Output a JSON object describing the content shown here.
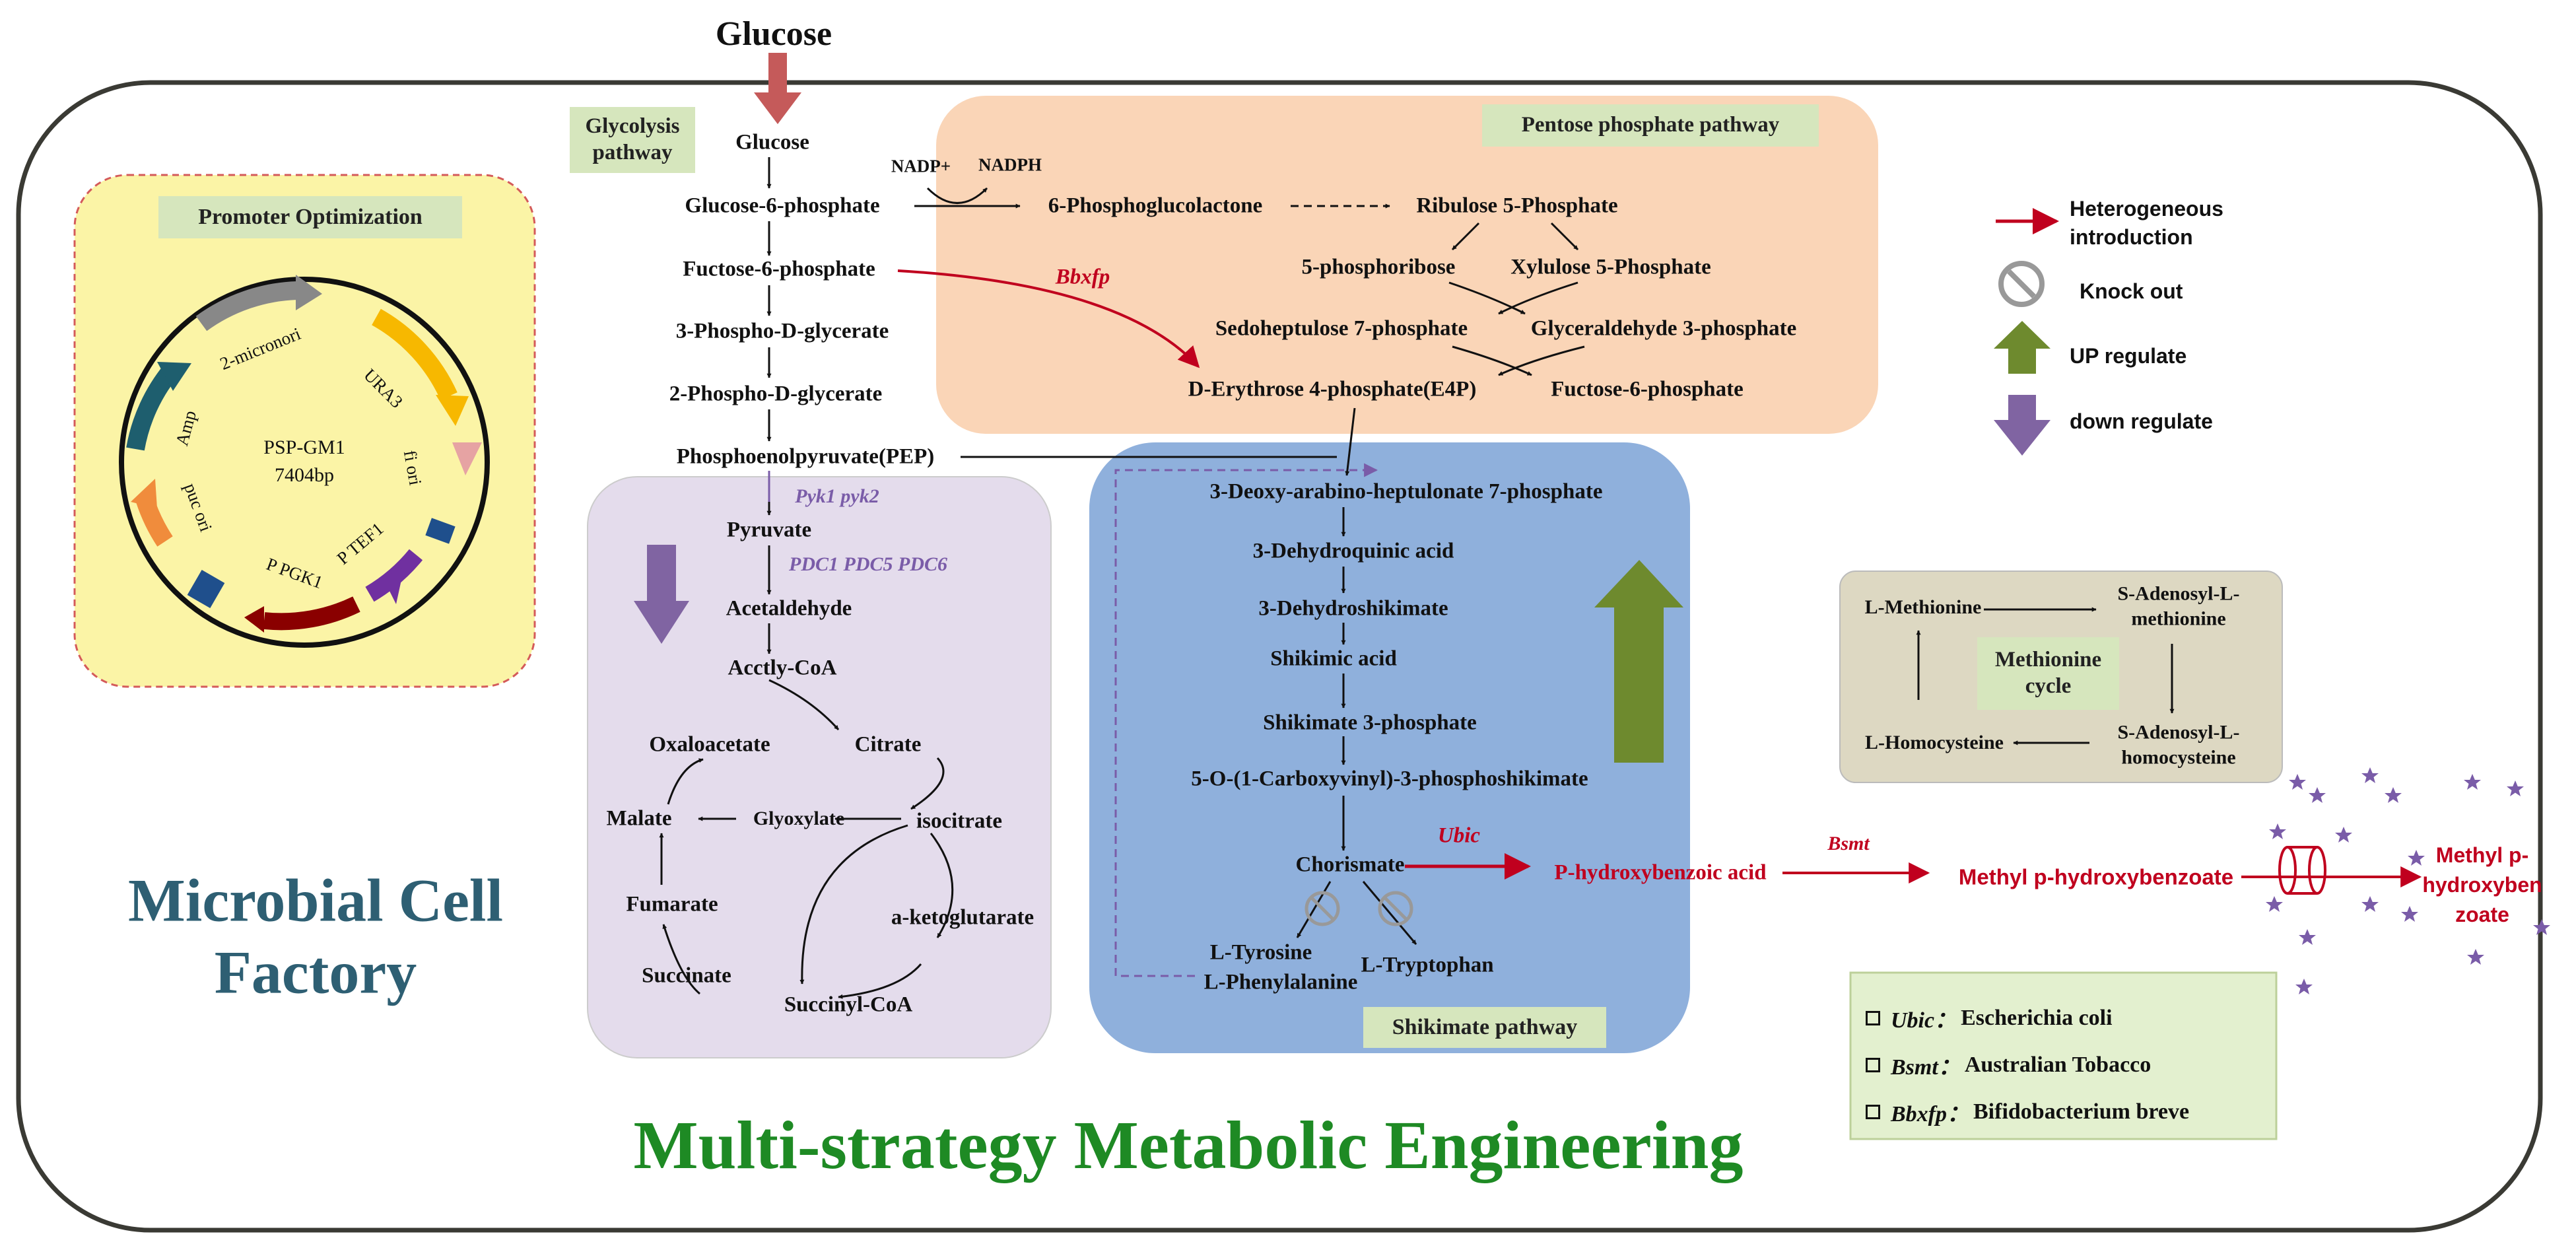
{
  "title": "Glucose",
  "main_title": "Multi-strategy Metabolic Engineering",
  "factory_label": "Microbial Cell Factory",
  "promoter": {
    "title": "Promoter  Optimization",
    "plasmid_name": "PSP-GM1",
    "plasmid_size": "7404bp",
    "features": [
      "2-micronori",
      "URA3",
      "fi ori",
      "P TEF1",
      "P PGK1",
      "puc ori",
      "Amp"
    ]
  },
  "glycolysis": {
    "title": "Glycolysis pathway",
    "steps": [
      "Glucose",
      "Glucose-6-phosphate",
      "Fuctose-6-phosphate",
      "3-Phospho-D-glycerate",
      "2-Phospho-D-glycerate",
      "Phosphoenolpyruvate(PEP)",
      "Pyruvate",
      "Acetaldehyde",
      "Acctly-CoA"
    ],
    "genes_pyk": "Pyk1 pyk2",
    "genes_pdc": "PDC1 PDC5 PDC6"
  },
  "tca": {
    "oxaloacetate": "Oxaloacetate",
    "citrate": "Citrate",
    "malate": "Malate",
    "glyoxylate": "Glyoxylate",
    "isocitrate": "isocitrate",
    "fumarate": "Fumarate",
    "ketoglutarate": "a-ketoglutarate",
    "succinate": "Succinate",
    "succinyl_coa": "Succinyl-CoA"
  },
  "ppp": {
    "title": "Pentose phosphate pathway",
    "nadp": "NADP+",
    "nadph": "NADPH",
    "phosphogluconolactone": "6-Phosphoglucolactone",
    "ribulose": "Ribulose 5-Phosphate",
    "phosphoribose": "5-phosphoribose",
    "xylulose": "Xylulose 5-Phosphate",
    "sedoheptulose": "Sedoheptulose 7-phosphate",
    "glyceraldehyde": "Glyceraldehyde 3-phosphate",
    "e4p": "D-Erythrose 4-phosphate(E4P)",
    "f6p": "Fuctose-6-phosphate",
    "bbxfp": "Bbxfp"
  },
  "shikimate": {
    "title": "Shikimate  pathway",
    "steps": [
      "3-Deoxy-arabino-heptulonate 7-phosphate",
      "3-Dehydroquinic acid",
      "3-Dehydroshikimate",
      "Shikimic acid",
      "Shikimate 3-phosphate",
      "5-O-(1-Carboxyvinyl)-3-phosphoshikimate",
      "Chorismate"
    ],
    "tyrosine": "L-Tyrosine",
    "phenylalanine": "L-Phenylalanine",
    "tryptophan": "L-Tryptophan"
  },
  "products": {
    "ubic": "Ubic",
    "phba": "P-hydroxybenzoic acid",
    "bsmt": "Bsmt",
    "methyl_phb": "Methyl p-hydroxybenzoate",
    "export": [
      "Methyl p-",
      "hydroxyben",
      "zoate"
    ]
  },
  "methionine": {
    "title": "Methionine cycle",
    "l_methionine": "L-Methionine",
    "sam": "S-Adenosyl-L-methionine",
    "sah": "S-Adenosyl-L-homocysteine",
    "homocysteine": "L-Homocysteine"
  },
  "legend": {
    "heterogeneous": "Heterogeneous introduction",
    "knockout": "Knock out",
    "up": "UP regulate",
    "down": "down regulate"
  },
  "sources": [
    {
      "gene": "Ubic：",
      "organism": "Escherichia coli"
    },
    {
      "gene": "Bsmt：",
      "organism": "Australian Tobacco"
    },
    {
      "gene": "Bbxfp：",
      "organism": "Bifidobacterium breve"
    }
  ],
  "colors": {
    "red": "#c0001e",
    "purple_box": "#e4dcec",
    "orange_box": "#fad5b7",
    "blue_box": "#8fb0dc",
    "yellow_box": "#fbf4a6",
    "methionine_box": "#ddd8c2",
    "label_green": "#d6e6bd",
    "factory_text": "#2e5f73",
    "title_green": "#1e8a24"
  }
}
